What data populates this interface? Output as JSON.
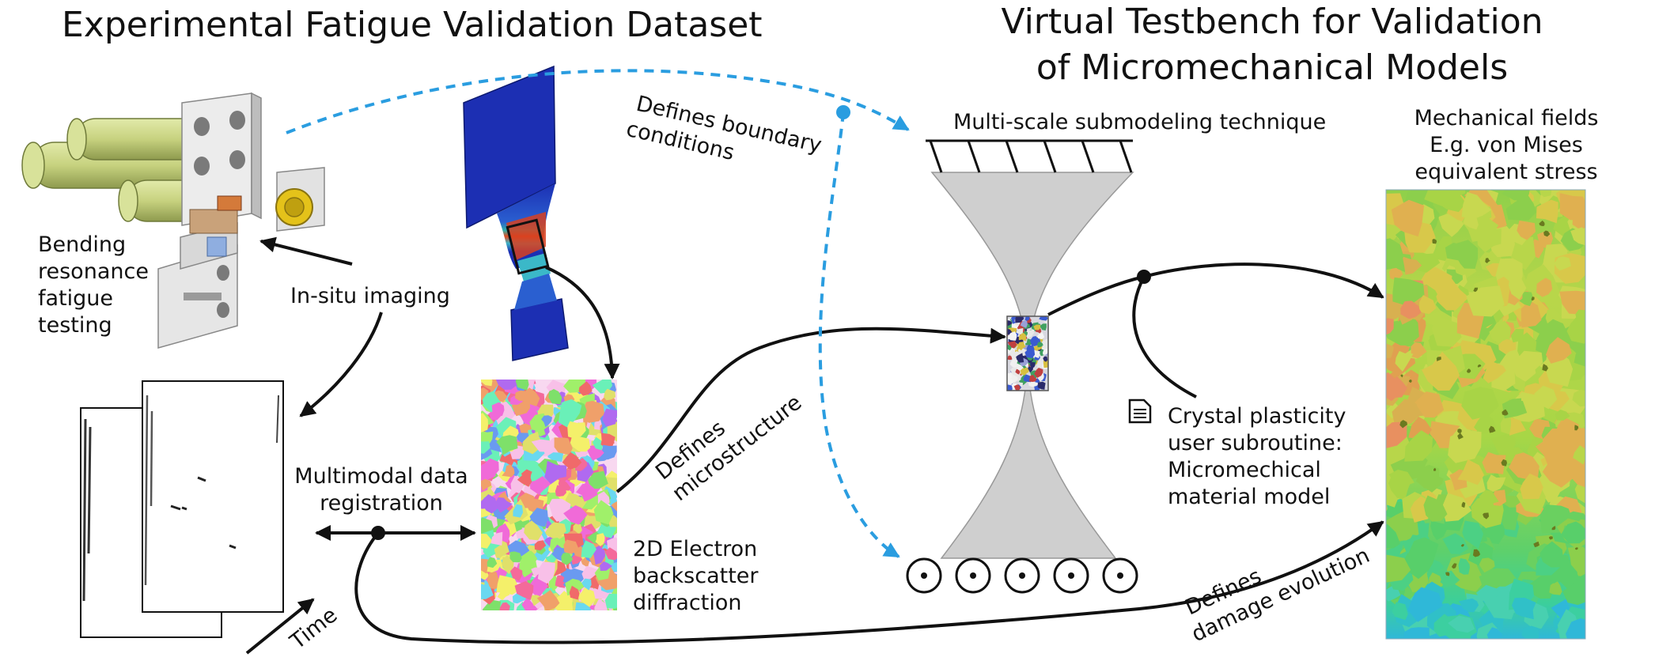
{
  "titles": {
    "left": "Experimental Fatigue Validation Dataset",
    "right_line1": "Virtual Testbench for Validation",
    "right_line2": "of Micromechanical Models"
  },
  "labels": {
    "bending": [
      "Bending",
      "resonance",
      "fatigue",
      "testing"
    ],
    "insitu": "In-situ imaging",
    "multimodal": [
      "Multimodal data",
      "registration"
    ],
    "time": "Time",
    "ebsd": [
      "2D Electron",
      "backscatter",
      "diffraction"
    ],
    "defines_micro": [
      "Defines",
      "microstructure"
    ],
    "defines_bc": [
      "Defines boundary",
      "conditions"
    ],
    "submodeling": "Multi-scale submodeling technique",
    "crystal": [
      "Crystal plasticity",
      "user subroutine:",
      "Micromechical",
      "material model"
    ],
    "mech_fields": [
      "Mechanical fields",
      "E.g. von Mises",
      "equivalent stress"
    ],
    "defines_damage": [
      "Defines",
      "damage evolution"
    ]
  },
  "colors": {
    "blue_arrow": "#2a9de0",
    "specimen_fea_blue": "#1c2fb3",
    "gray_specimen": "#cfcfcf",
    "fixture_green": "#c9d48a",
    "stress_base": "#a5d64a"
  },
  "icons": [
    "document-icon",
    "pin-support-icon",
    "fixed-support-icon"
  ]
}
